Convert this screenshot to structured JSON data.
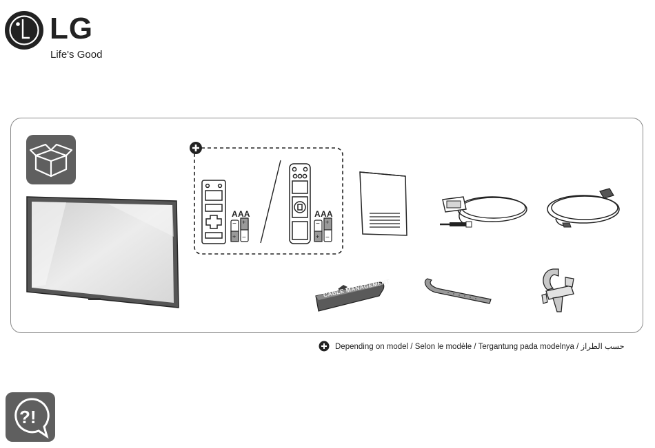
{
  "brand": {
    "name": "LG",
    "tagline": "Life's Good"
  },
  "contents": {
    "battery_label_1": "AAA",
    "battery_label_2": "AAA",
    "cable_management_label": "CABLE MANAGEMENT",
    "optional_marker_icon": "plus-circle-icon"
  },
  "footnote": {
    "icon": "plus-circle-icon",
    "text": "Depending on model / Selon le modèle / Tergantung pada modelnya / حسب الطراز"
  },
  "icons": {
    "package": "open-box-icon",
    "help": "question-exclamation-bubble-icon"
  },
  "colors": {
    "brand_red": "#a50034",
    "icon_tile": "#5f5f5f",
    "outline": "#888888"
  }
}
